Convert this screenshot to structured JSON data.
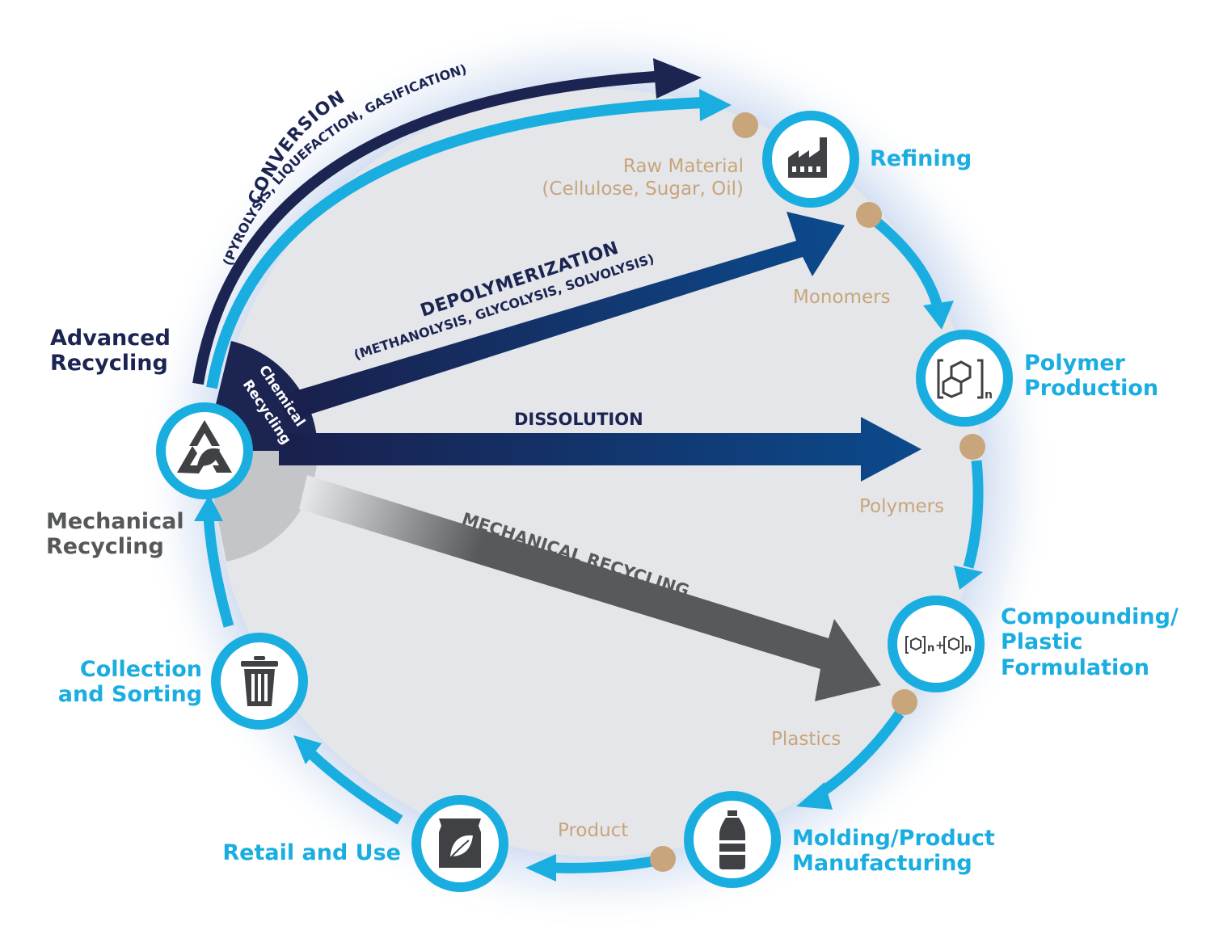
{
  "stages": {
    "refining": [
      "Refining"
    ],
    "polymer_production": [
      "Polymer",
      "Production"
    ],
    "compounding": [
      "Compounding/",
      "Plastic",
      "Formulation"
    ],
    "molding": [
      "Molding/Product",
      "Manufacturing"
    ],
    "retail": [
      "Retail and Use"
    ],
    "collection": [
      "Collection",
      "and Sorting"
    ]
  },
  "categories": {
    "advanced_recycling": [
      "Advanced",
      "Recycling"
    ],
    "mechanical_recycling": [
      "Mechanical",
      "Recycling"
    ],
    "chemical_recycling": [
      "Chemical",
      "Recycling"
    ]
  },
  "materials": {
    "raw_material": [
      "Raw Material",
      "(Cellulose, Sugar, Oil)"
    ],
    "monomers": "Monomers",
    "polymers": "Polymers",
    "plastics": "Plastics",
    "product": "Product"
  },
  "pathways": {
    "conversion": {
      "title": "CONVERSION",
      "subtitle": "(PYROLYSIS, LIQUEFACTION, GASIFICATION)"
    },
    "depolymerization": {
      "title": "DEPOLYMERIZATION",
      "subtitle": "(METHANOLYSIS, GLYCOLYSIS, SOLVOLYSIS)"
    },
    "dissolution": {
      "title": "DISSOLUTION"
    },
    "mechanical": {
      "title": "MECHANICAL RECYCLING"
    }
  },
  "icons": {
    "refining": "factory-icon",
    "polymer_production": "polymer-structure-icon",
    "compounding": "polymer-blend-icon",
    "molding": "bottle-icon",
    "retail": "package-leaf-icon",
    "collection": "trash-can-icon",
    "hub": "recycle-leaf-icon"
  },
  "colors": {
    "cycle_blue": "#1aaee0",
    "navy": "#1c2552",
    "dark_blue": "#0b4a8c",
    "mechanical_gray": "#58595b",
    "material_tan": "#c8a57a",
    "panel": "#e4e6ea"
  }
}
